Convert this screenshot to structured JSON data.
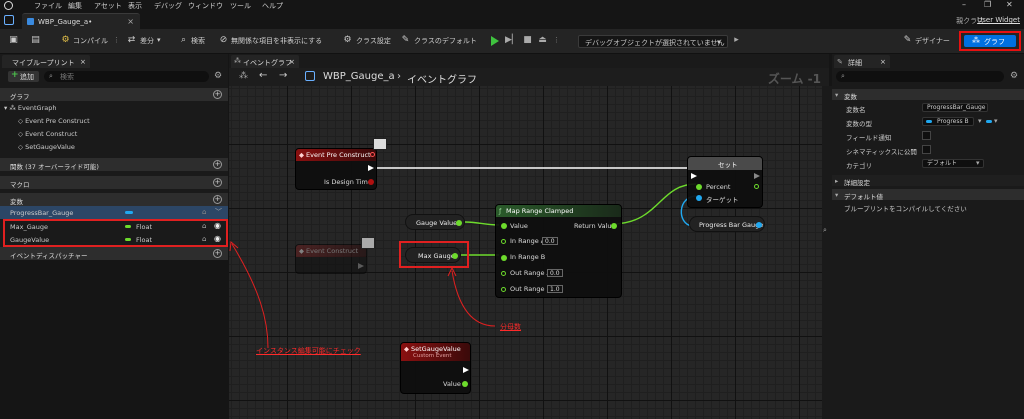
{
  "menu": [
    "ファイル",
    "編集",
    "アセット",
    "表示",
    "デバッグ",
    "ウィンドウ",
    "ツール",
    "ヘルプ"
  ],
  "tab": {
    "title": "WBP_Gauge_a•",
    "close": "×"
  },
  "parent_class": {
    "label": "親クラス",
    "value": "User Widget"
  },
  "toolbar": {
    "compile": "コンパイル",
    "diff": "差分",
    "search": "検索",
    "hide_unrelated": "無関係な項目を非表示にする",
    "class_settings": "クラス設定",
    "class_defaults": "クラスのデフォルト",
    "debug_object": "デバッグオブジェクトが選択されていません",
    "designer": "デザイナー",
    "graph": "グラフ"
  },
  "my_blueprint": {
    "title": "マイブループリント",
    "add": "追加",
    "search_placeholder": "検索",
    "sections": {
      "graph": "グラフ",
      "functions": "関数 (37 オーバーライド可能)",
      "macros": "マクロ",
      "variables": "変数",
      "dispatchers": "イベントディスパッチャー"
    },
    "graph_tree": [
      "EventGraph",
      "Event Pre Construct",
      "Event Construct",
      "SetGaugeValue"
    ],
    "variables": [
      {
        "name": "ProgressBar_Gauge",
        "type": ""
      },
      {
        "name": "Max_Gauge",
        "type": "Float"
      },
      {
        "name": "GaugeValue",
        "type": "Float"
      }
    ]
  },
  "event_graph": {
    "tab": "イベントグラフ",
    "breadcrumb_root": "WBP_Gauge_a",
    "breadcrumb_leaf": "イベントグラフ",
    "zoom": "ズーム -1",
    "nodes": {
      "pre_construct": {
        "title": "Event Pre Construct",
        "pin": "Is Design Time"
      },
      "construct": {
        "title": "Event Construct"
      },
      "set": {
        "title": "セット",
        "percent": "Percent",
        "target": "ターゲット"
      },
      "progress_bar_getter": "Progress Bar Gauge",
      "gauge_value_getter": "Gauge Value",
      "max_gauge_getter": "Max Gauge",
      "map_range": {
        "title": "Map Range Clamped",
        "value": "Value",
        "in_a": "In Range A",
        "in_b": "In Range B",
        "out_a": "Out Range A",
        "out_b": "Out Range B",
        "ret": "Return Value",
        "in_a_val": "0.0",
        "out_a_val": "0.0",
        "out_b_val": "1.0"
      },
      "custom_event": {
        "title": "SetGaugeValue",
        "subtitle": "Custom Event",
        "pin": "Value"
      }
    }
  },
  "annotations": {
    "instance_editable": "インスタンス編集可能にチェック",
    "denominator": "分母数"
  },
  "details": {
    "title": "詳細",
    "sections": {
      "variable": "変数",
      "advanced": "詳細設定",
      "default_value": "デフォルト値"
    },
    "rows": [
      {
        "key": "変数名",
        "value": "ProgressBar_Gauge"
      },
      {
        "key": "変数の型",
        "value": "Progress B"
      },
      {
        "key": "フィールド通知",
        "value": ""
      },
      {
        "key": "シネマティックスに公開",
        "value": ""
      },
      {
        "key": "カテゴリ",
        "value": "デフォルト"
      }
    ],
    "compile_msg": "ブループリントをコンパイルしてください"
  },
  "colors": {
    "accent": "#0070e0",
    "highlight": "#e02020",
    "float_pin": "#6ddb2c",
    "object_pin": "#20a8f0",
    "event_header": "#8a1010"
  }
}
